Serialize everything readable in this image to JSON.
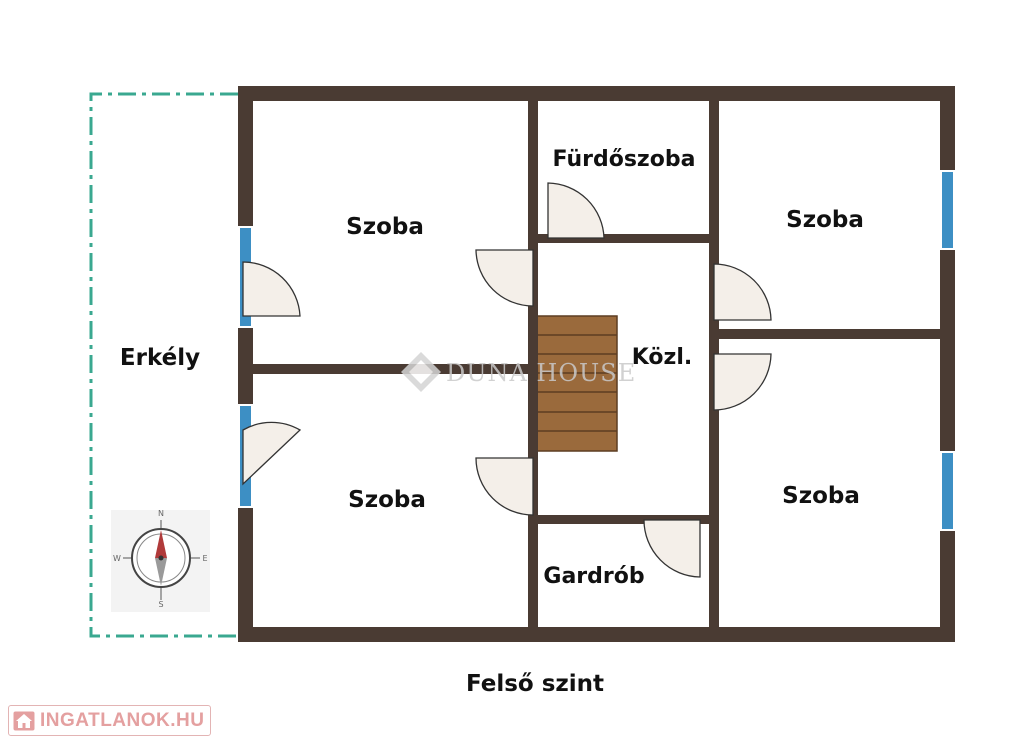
{
  "floorplan": {
    "level_label": "Felső szint",
    "rooms": {
      "erkely": "Erkély",
      "szoba_top_left": "Szoba",
      "szoba_bottom_left": "Szoba",
      "furdoszoba": "Fürdőszoba",
      "kozl": "Közl.",
      "gardrob": "Gardrób",
      "szoba_top_right": "Szoba",
      "szoba_bottom_right": "Szoba"
    },
    "compass": {
      "n": "N",
      "s": "S",
      "e": "E",
      "w": "W"
    },
    "colors": {
      "wall": "#4a3b33",
      "window": "#3d8fc4",
      "balcony_outline": "#3aa890",
      "stair": "#9a6a3c",
      "door_fill": "#f4efe9"
    }
  },
  "watermarks": {
    "duna_house": "DUNA HOUSE",
    "ingatlanok": "INGATLANOK.HU"
  }
}
